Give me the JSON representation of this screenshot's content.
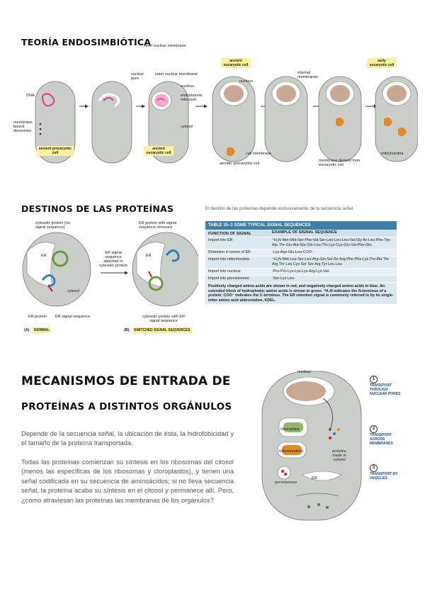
{
  "sec1": {
    "title": "TEORÍA ENDOSIMBIÓTICA",
    "labels": {
      "inner_nuclear": "inner nuclear membrane",
      "nuclear_pore": "nuclear pore",
      "outer_nuclear": "outer nuclear membrane",
      "nucleus": "nucleus",
      "er": "endoplasmic reticulum",
      "cytosol": "cytosol",
      "dna": "DNA",
      "membrane_ribosomes": "membrane-bound ribosomes",
      "ancient_prokaryotic": "ancient procaryotic cell",
      "ancient_eucaryotic_1": "ancient eucaryotic cell",
      "ancient_eucaryotic_2": "ancient eucaryotic cell",
      "early_eucaryotic": "early eucaryotic cell",
      "nucleus2": "nucleus",
      "internal_membranes": "internal membranes",
      "cell_membrane": "cell membrane",
      "aerobic": "aerobic procaryotic cell",
      "membrane_derived": "membrane derived from eucaryotic cell",
      "mitochondria": "mitochondria"
    }
  },
  "sec2": {
    "title": "DESTINOS DE LAS PROTEÍNAS",
    "subtitle": "El destino de las proteínas depende exclusivamente de la secuencia señal.",
    "labels": {
      "cytosolic_protein": "cytosolic protein (no signal sequence)",
      "er_signal_removed": "ER protein with signal sequence removed",
      "er": "ER",
      "er2": "ER",
      "cytosol": "cytosol",
      "er_protein": "ER protein",
      "er_signal": "ER signal sequence",
      "arrow_text": "ER signal sequence attached to cytosolic protein",
      "cytosolic_with_signal": "cytosolic protein with ER signal sequence",
      "a": "(A)",
      "normal": "NORMAL",
      "b": "(B)",
      "switched": "SWITCHED SIGNAL SEQUENCES"
    },
    "table": {
      "caption": "TABLE 15–3 SOME TYPICAL SIGNAL SEQUENCES",
      "col1": "FUNCTION OF SIGNAL",
      "col2": "EXAMPLE OF SIGNAL SEQUENCE",
      "rows": [
        {
          "f": "Import into ER",
          "s": "⁺H₃N-Met-Met-Ser-Phe-Val-Ser-Leu-Leu-Leu-Val-Gly-Ile-Leu-Phe-Trp-Ala-Thr-Glu-Ala-Glu-Gln-Leu-Thr-Lys-Cys-Glu-Val-Phe-Gln-"
        },
        {
          "f": "Retention in lumen of ER",
          "s": "-Lys-Asp-Glu-Leu-COO⁻"
        },
        {
          "f": "Import into mitochondria",
          "s": "⁺H₃N-Met-Leu-Ser-Leu-Arg-Gln-Ser-Ile-Arg-Phe-Phe-Lys Pro Ala Thr Arg Thr Leu Cys Ser Ser Arg Tyr Leu Leu-"
        },
        {
          "f": "Import into nucleus",
          "s": "-Pro-Pro-Lys-Lys-Lys-Arg-Lys-Val-"
        },
        {
          "f": "Import into peroxisomes",
          "s": "-Ser-Lys-Leu-"
        }
      ],
      "note": "Positively charged amino acids are shown in red, and negatively charged amino acids in blue. An extended block of hydrophobic amino acids is shown in green. ⁺H₃N indicates the N-terminus of a protein; COO⁻ indicates the C-terminus. The ER retention signal is commonly referred to by its single-letter amino acid abbreviation, KDEL."
    }
  },
  "sec3": {
    "title1": "MECANISMOS DE ENTRADA DE",
    "title2": "PROTEÍNAS A DISTINTOS ORGÁNULOS",
    "p1": "Depende de la secuencia señal, la ubicación de ésta, la hidrofobicidad y el tamaño de la proteína transportada.",
    "p2": "Todas las proteínas comienzan su síntesis en los ribosomas del citosol (menos las específicas de los ribosomas y cloroplastos), y tienen una señal codificada en su secuencia de aminoácidos; si no lleva secuencia señal, la proteína acaba su síntesis en el citosol y permanece allí. Pero, ¿cómo atraviesan las proteínas las membranas de los orgánulos?",
    "labels": {
      "nucleus": "nucleus",
      "chloroplast": "chloroplast",
      "mitochondrion": "mitochondrion",
      "proteins": "proteins made in cytosol",
      "peroxisomes": "peroxisomes",
      "er": "ER"
    },
    "side": [
      {
        "n": "1",
        "t": "TRANSPORT THROUGH NUCLEAR PORES"
      },
      {
        "n": "2",
        "t": "TRANSPORT ACROSS MEMBRANES"
      },
      {
        "n": "3",
        "t": "TRANSPORT BY VESICLES"
      }
    ]
  }
}
